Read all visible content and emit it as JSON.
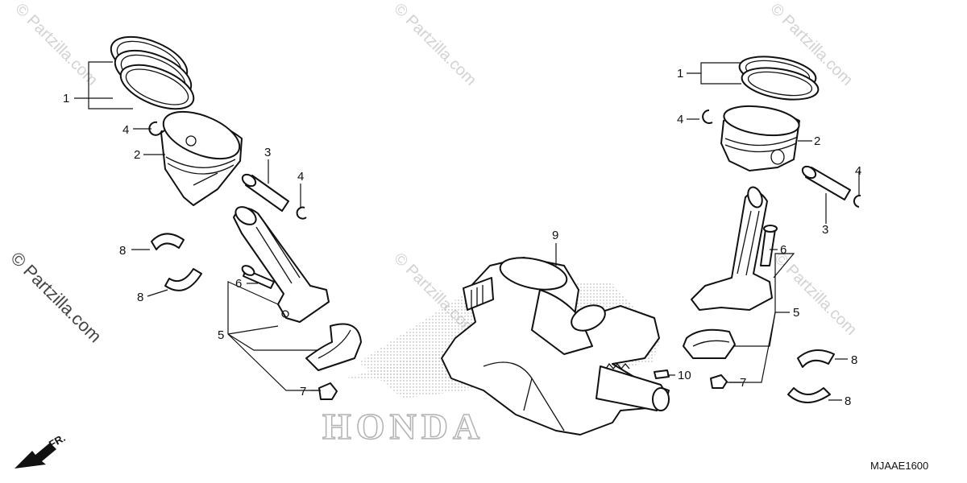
{
  "watermark": {
    "text": "© Partzilla.com",
    "side_text": "© Partzilla.com"
  },
  "brand_logo_text": "HONDA",
  "diagram_code": "MJAAE1600",
  "direction_label": "FR.",
  "callouts": {
    "c1": "1",
    "c2": "2",
    "c3": "3",
    "c4a": "4",
    "c4b": "4",
    "c5": "5",
    "c6": "6",
    "c7": "7",
    "c8a": "8",
    "c8b": "8",
    "c9": "9",
    "c10": "10",
    "r1": "1",
    "r2": "2",
    "r3": "3",
    "r4a": "4",
    "r4b": "4",
    "r5": "5",
    "r6": "6",
    "r7": "7",
    "r8a": "8",
    "r8b": "8"
  }
}
